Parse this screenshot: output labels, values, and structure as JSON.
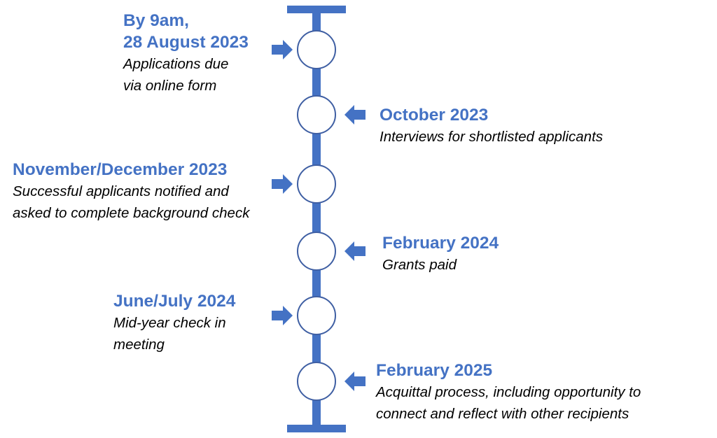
{
  "colors": {
    "accent": "#4472C4",
    "node_fill": "#FFFFFF",
    "node_stroke": "#3F5FA3",
    "text": "#000000"
  },
  "events": [
    {
      "title_lines": [
        "By 9am,",
        "28 August 2023"
      ],
      "desc_lines": [
        "Applications due",
        "via online form"
      ],
      "side": "left"
    },
    {
      "title_lines": [
        "October 2023"
      ],
      "desc_lines": [
        "Interviews for shortlisted applicants"
      ],
      "side": "right"
    },
    {
      "title_lines": [
        "November/December 2023"
      ],
      "desc_lines": [
        "Successful applicants notified and",
        "asked to complete background check"
      ],
      "side": "left"
    },
    {
      "title_lines": [
        "February 2024"
      ],
      "desc_lines": [
        "Grants paid"
      ],
      "side": "right"
    },
    {
      "title_lines": [
        "June/July 2024"
      ],
      "desc_lines": [
        "Mid-year check in",
        "meeting"
      ],
      "side": "left"
    },
    {
      "title_lines": [
        "February 2025"
      ],
      "desc_lines": [
        "Acquittal process, including opportunity to",
        "connect and reflect with other recipients"
      ],
      "side": "right"
    }
  ]
}
